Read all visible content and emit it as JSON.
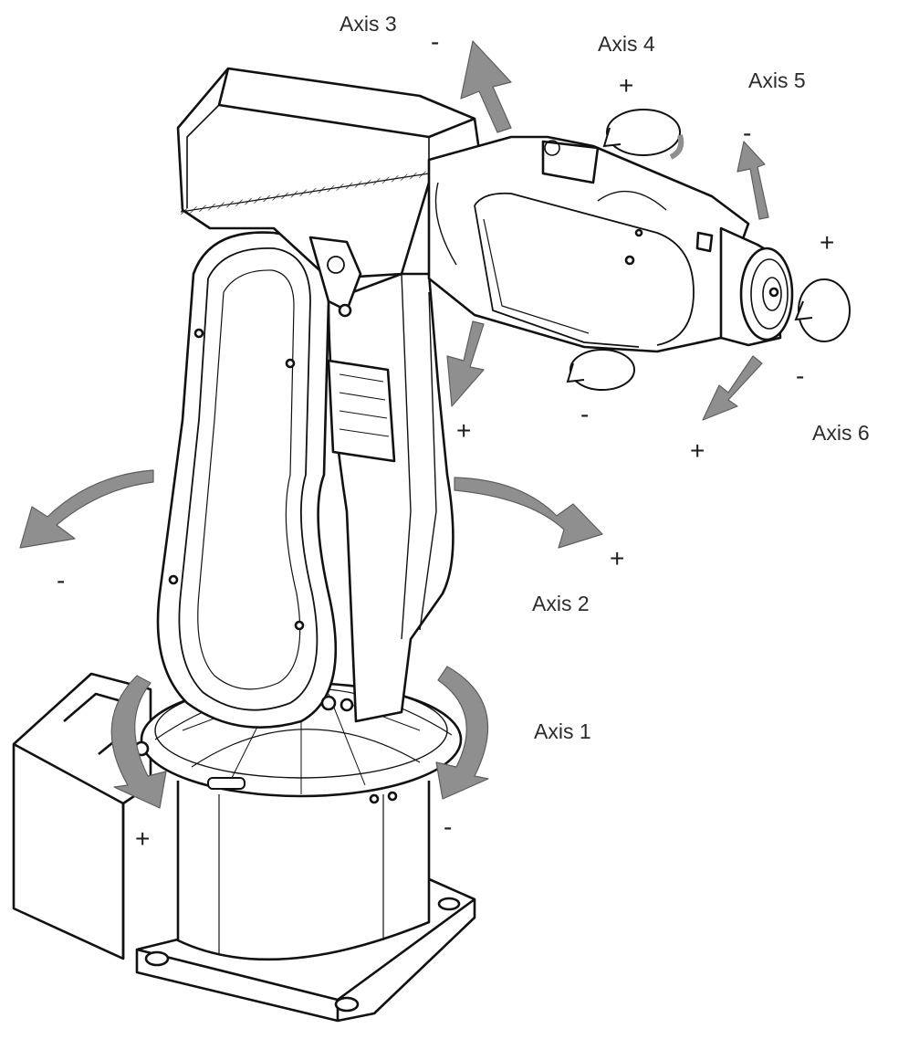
{
  "axes": [
    {
      "id": "axis1",
      "label": "Axis 1",
      "positive": "+",
      "negative": "-"
    },
    {
      "id": "axis2",
      "label": "Axis 2",
      "positive": "+",
      "negative": "-"
    },
    {
      "id": "axis3",
      "label": "Axis 3",
      "positive": "+",
      "negative": "-"
    },
    {
      "id": "axis4",
      "label": "Axis 4",
      "positive": "+",
      "negative": "-"
    },
    {
      "id": "axis5",
      "label": "Axis 5",
      "positive": "+",
      "negative": "-"
    },
    {
      "id": "axis6",
      "label": "Axis 6",
      "positive": "+",
      "negative": "-"
    }
  ],
  "colors": {
    "arrow_fill": "#8f8f8f",
    "arrow_stroke": "#5e5e5e",
    "line": "#111111",
    "body_fill": "#ffffff",
    "text": "#2b2b2b"
  }
}
